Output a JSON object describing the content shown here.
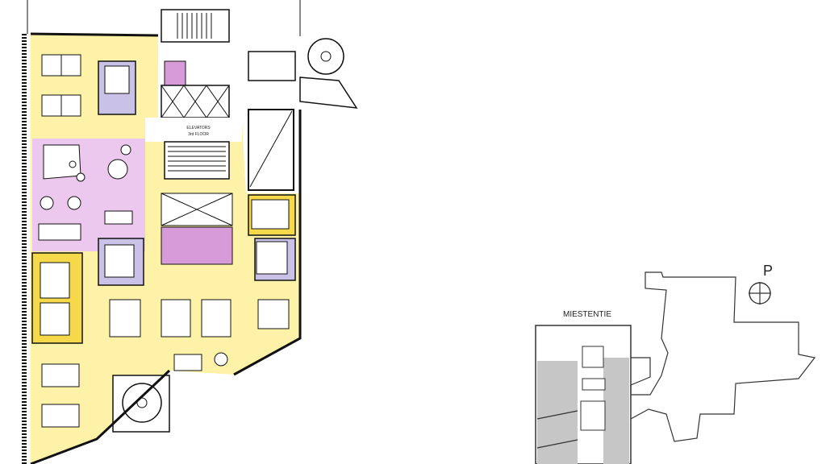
{
  "floorplan": {
    "core_label": "ELEVATORS",
    "floor_label": "3rd FLOOR",
    "colors": {
      "workspace": "#fdf2a8",
      "workspace_dark": "#f5d94a",
      "meeting": "#c9c1e6",
      "lounge": "#ecc7ee",
      "toilets": "#d79bd9",
      "shell": "#ffffff",
      "wall": "#111111",
      "keyplan_fill": "#c6c6c6"
    }
  },
  "keyplan": {
    "building_label": "MIESTENTIE",
    "north_label": "P",
    "north_icon": "compass-rose-icon"
  }
}
